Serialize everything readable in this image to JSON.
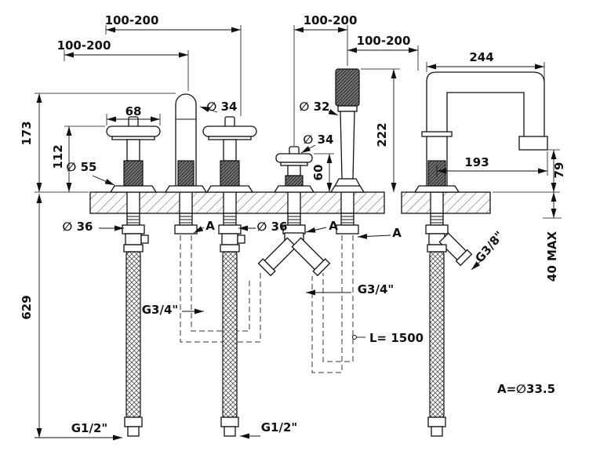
{
  "drawing": {
    "dims": {
      "span_a": "100-200",
      "span_b": "100-200",
      "span_c": "100-200",
      "span_d": "100-200",
      "spout_reach": "244",
      "handle_width": "68",
      "column_diameter": "∅ 34",
      "handshower_diameter": "∅ 32",
      "diverter_diameter": "∅ 34",
      "column_height": "173",
      "handle_height": "112",
      "escutcheon_diameter": "∅ 55",
      "diverter_height": "60",
      "handshower_height": "222",
      "spout_projection": "193",
      "outlet_height": "79",
      "shank_diameter_left": "∅ 36",
      "shank_diameter_mid": "∅ 36",
      "hole_a_1": "A",
      "hole_a_2": "A",
      "hole_a_3": "A",
      "inlet_g38": "G3/8\"",
      "deck_max": "40 MAX",
      "under_depth": "629",
      "g34_left": "G3/4\"",
      "g34_right": "G3/4\"",
      "hose_length": "L= 1500",
      "hole_note": "A=∅33.5",
      "g12_left": "G1/2\"",
      "g12_right": "G1/2\""
    }
  }
}
